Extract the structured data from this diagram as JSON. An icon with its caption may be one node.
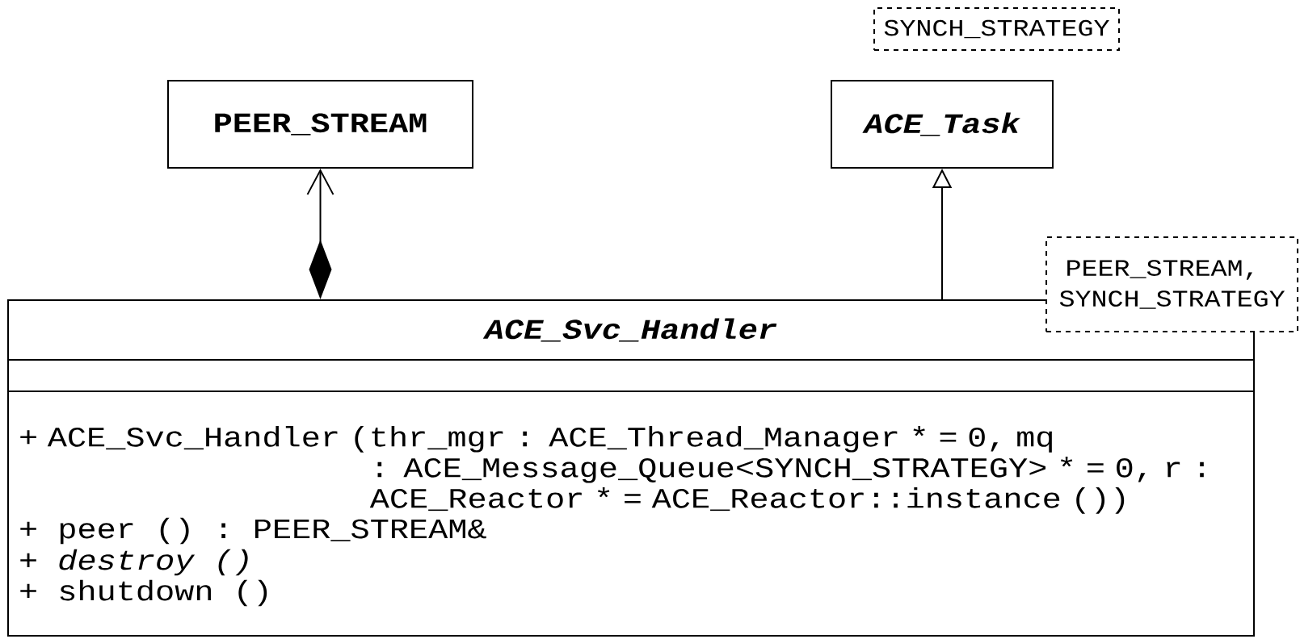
{
  "diagram": {
    "nodes": [
      {
        "text": [
          "PEER_STREAM"
        ]
      },
      {
        "text": [
          "ACE_Task"
        ]
      },
      {
        "text": [
          "SYNCH_STRATEGY"
        ]
      },
      {
        "text": [
          "ACE_Svc_Handler",
          "+ ACE_Svc_Handler (thr_mgr : ACE_Thread_Manager * = 0, mq : ACE_Message_Queue<SYNCH_STRATEGY> * = 0, r : ACE_Reactor * = ACE_Reactor::instance ())",
          "+ peer () : PEER_STREAM&",
          "+ destroy ()",
          "+ shutdown ()"
        ]
      },
      {
        "text": [
          "PEER_STREAM, SYNCH_STRATEGY"
        ]
      }
    ],
    "edges": [
      {
        "from": 3,
        "to": 0,
        "arrow": "to"
      },
      {
        "from": 3,
        "to": 1,
        "arrow": "to"
      }
    ]
  }
}
